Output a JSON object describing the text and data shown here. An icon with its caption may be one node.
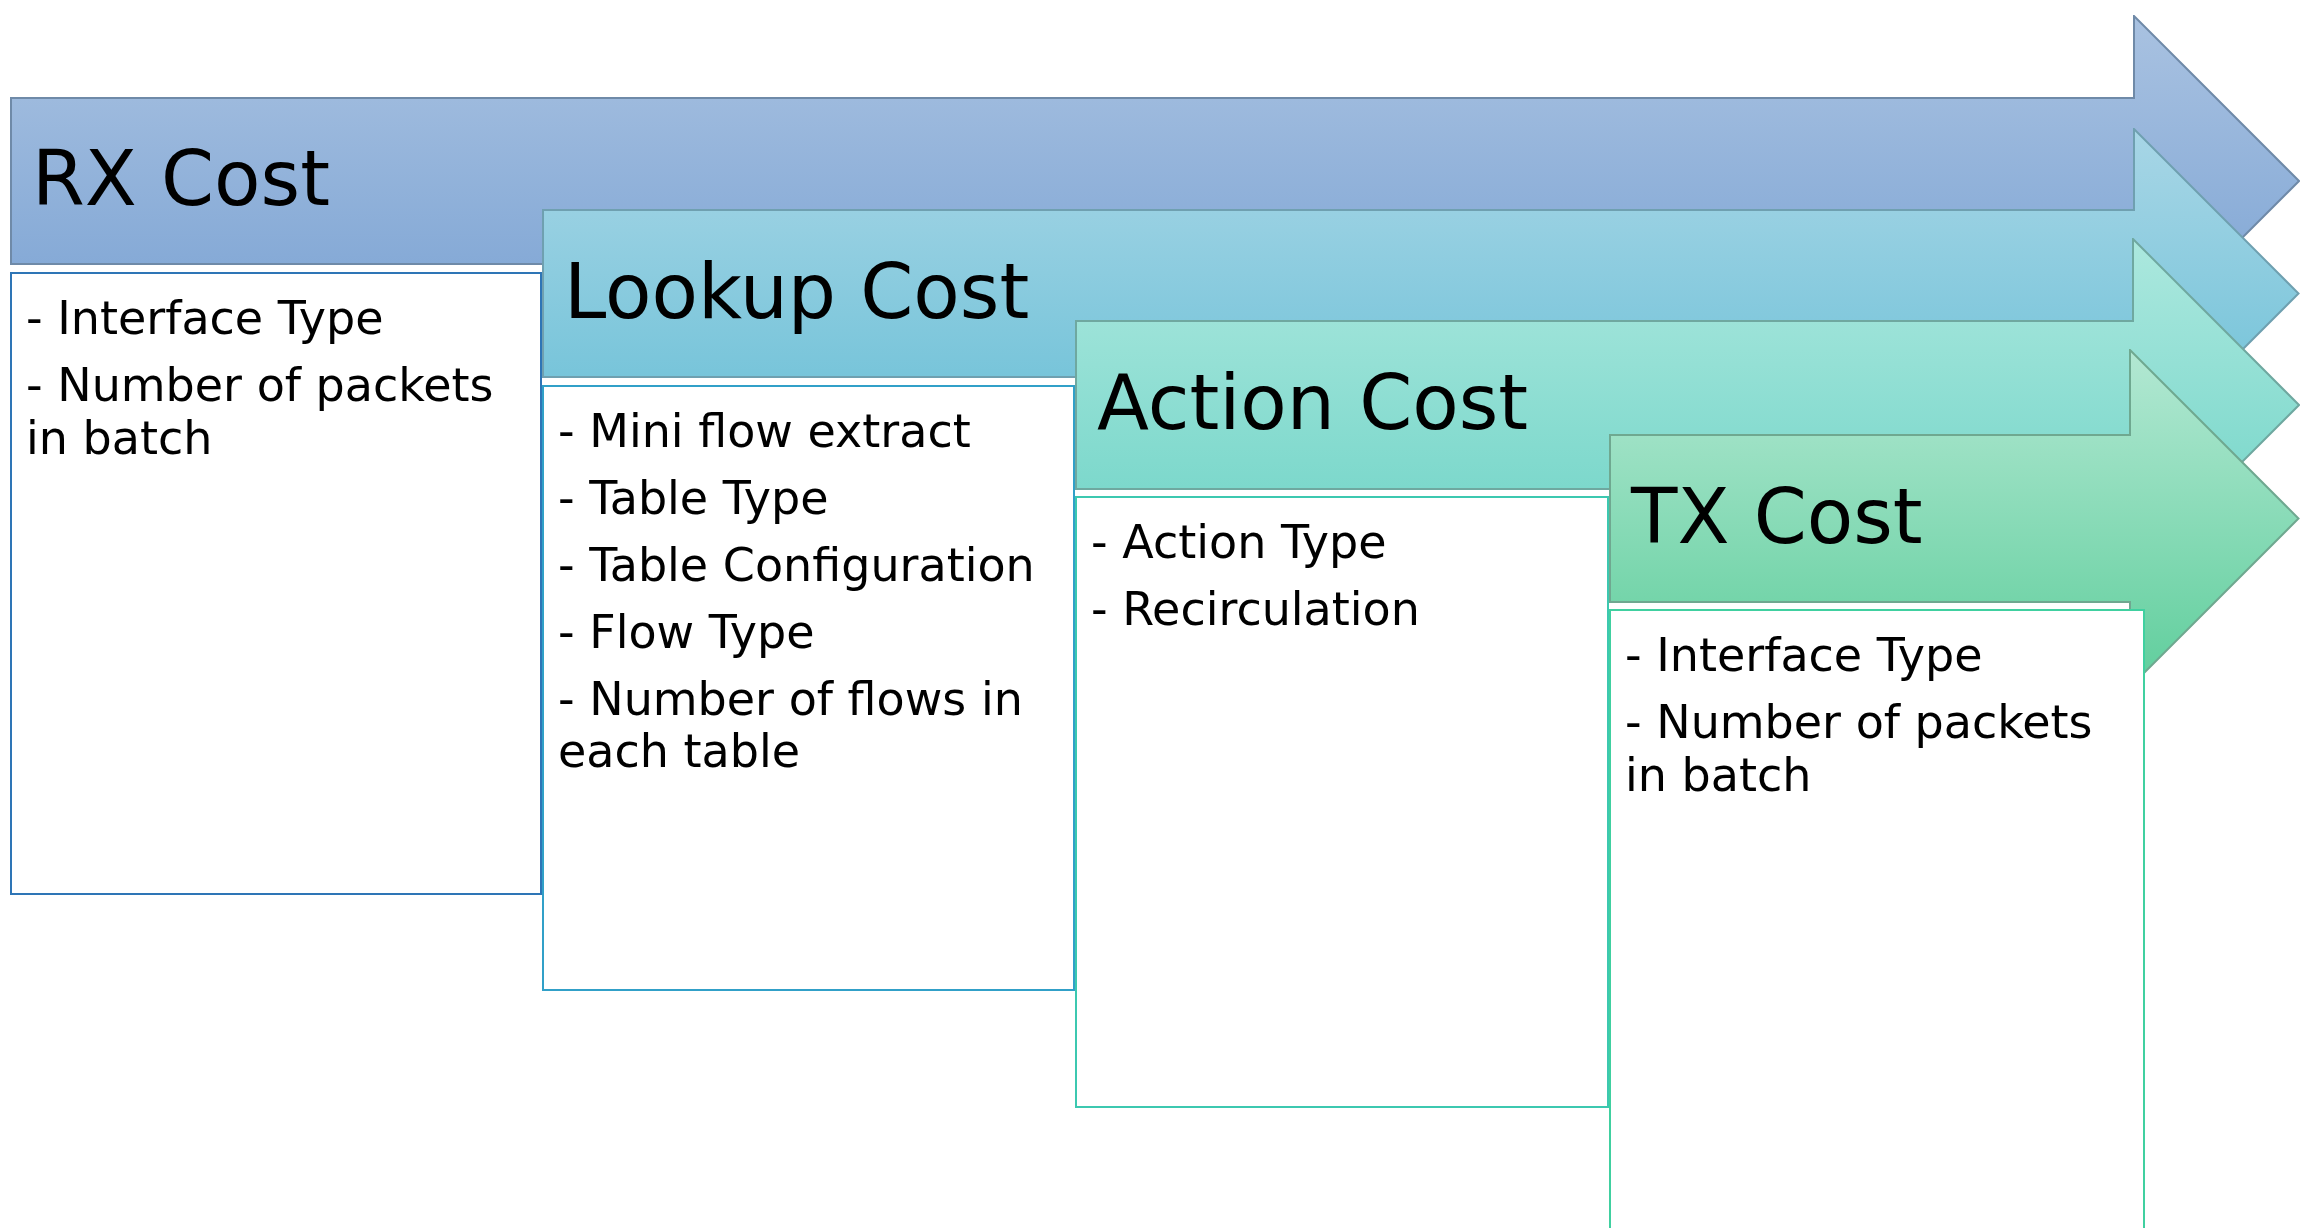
{
  "diagram": {
    "nodes": [
      {
        "text": [
          "RX Cost"
        ]
      },
      {
        "text": [
          "- Interface Type",
          "- Number of packets in batch"
        ]
      },
      {
        "text": [
          "Lookup Cost"
        ]
      },
      {
        "text": [
          "- Mini flow extract",
          "- Table Type",
          "- Table Configuration",
          "- Flow Type",
          "- Number of flows in each table"
        ]
      },
      {
        "text": [
          "Action Cost"
        ]
      },
      {
        "text": [
          "- Action Type",
          "- Recirculation"
        ]
      },
      {
        "text": [
          "TX Cost"
        ]
      },
      {
        "text": [
          "- Interface Type",
          "- Number of packets in batch"
        ]
      }
    ]
  }
}
